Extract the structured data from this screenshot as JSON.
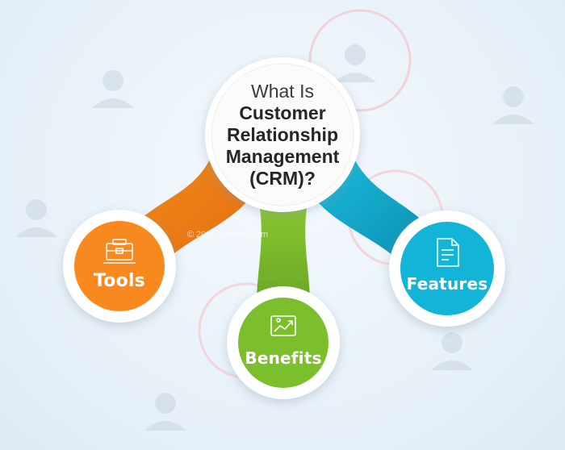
{
  "center": {
    "line1": "What Is",
    "line2": "Customer",
    "line3": "Relationship",
    "line4": "Management",
    "line5": "(CRM)?"
  },
  "nodes": [
    {
      "label": "Tools",
      "icon": "toolbox-icon",
      "color": "#f7891f"
    },
    {
      "label": "Benefits",
      "icon": "growth-icon",
      "color": "#7cbf2c"
    },
    {
      "label": "Features",
      "icon": "document-icon",
      "color": "#12b5d8"
    }
  ],
  "watermark": "© 2020 Toolbox.com",
  "colors": {
    "orange": "#f7891f",
    "green": "#7cbf2c",
    "teal": "#12b5d8",
    "ring": "#f3c9cf",
    "white": "#ffffff"
  }
}
